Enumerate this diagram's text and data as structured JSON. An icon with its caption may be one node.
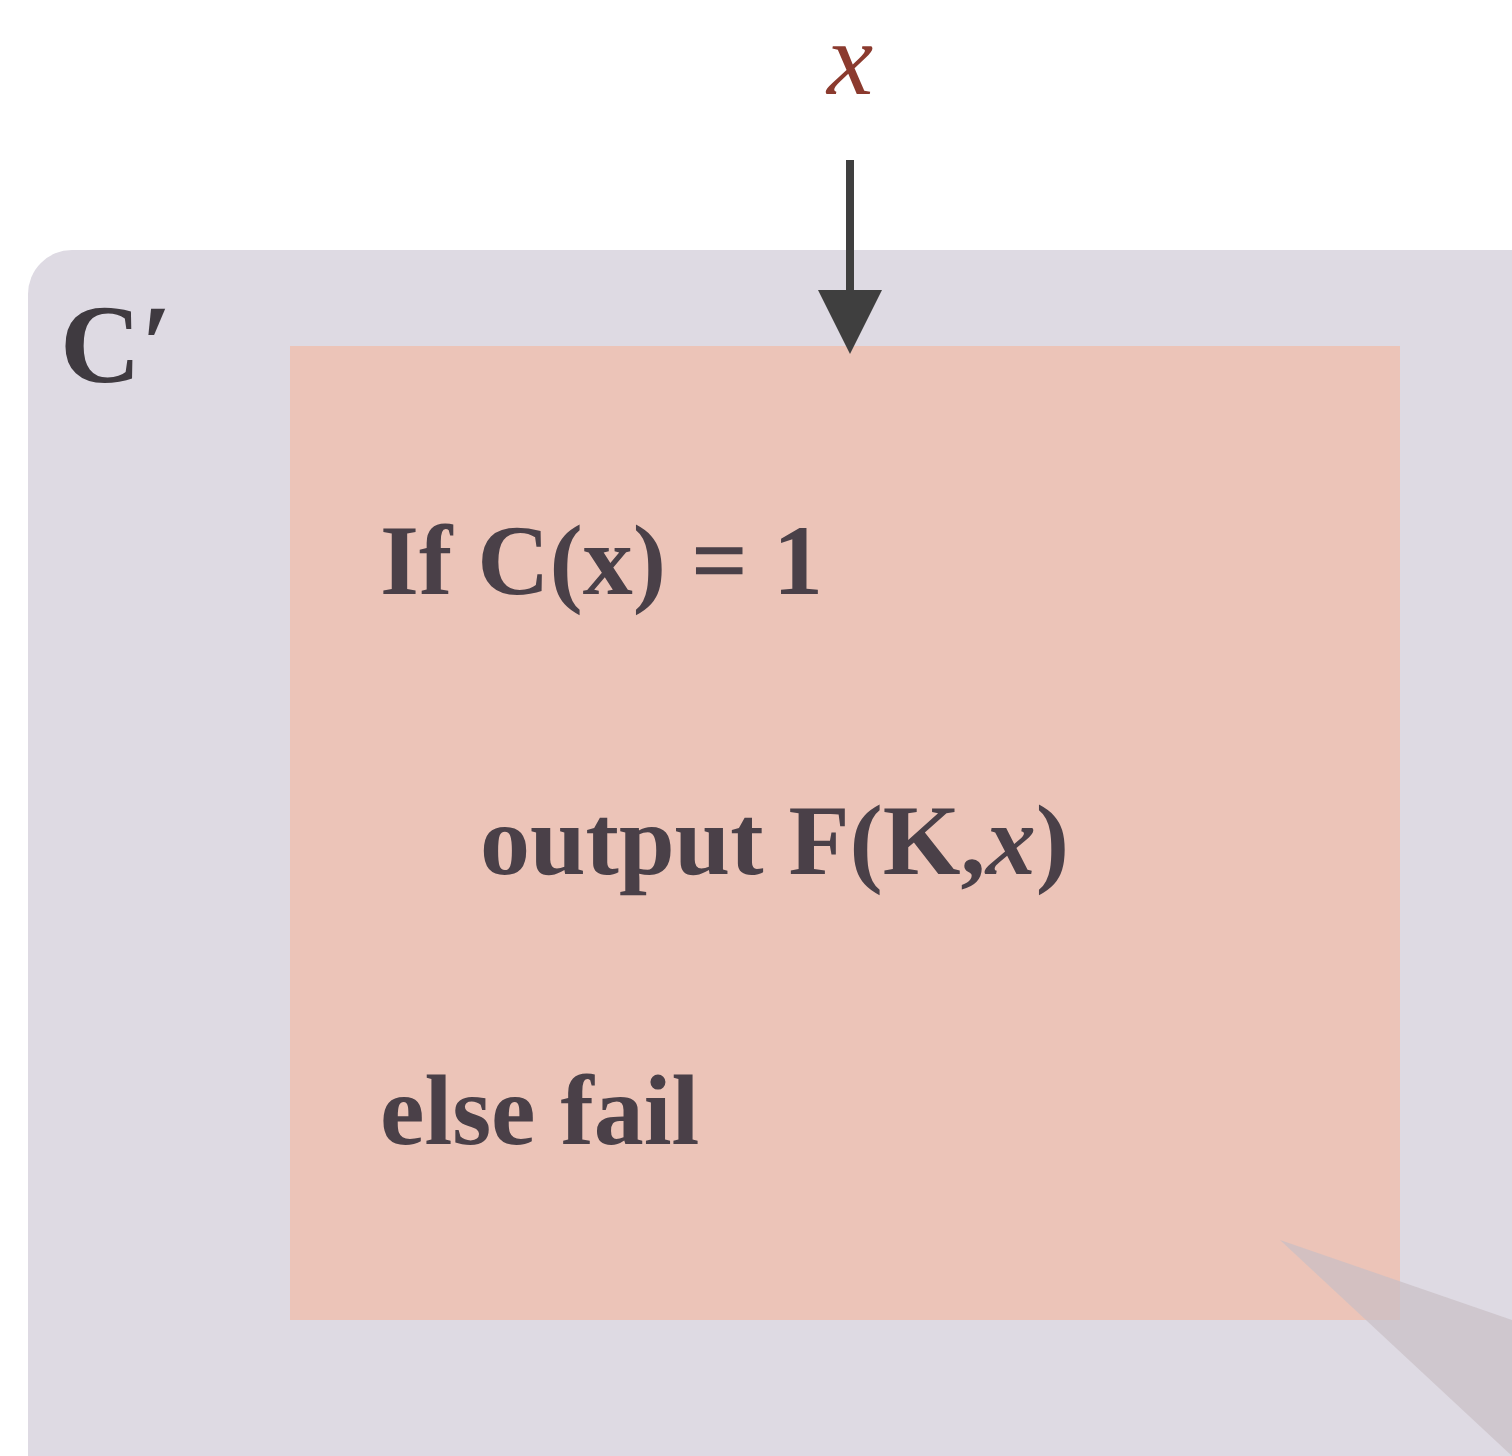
{
  "diagram": {
    "nodes": [
      {
        "text": [
          "x"
        ]
      },
      {
        "text": [
          "C′"
        ]
      },
      {
        "text": [
          "If C(x) = 1",
          "output F(K,*x*)",
          "else fail"
        ],
        "in": 1
      }
    ],
    "edges": [
      {
        "from": 0,
        "to": 2,
        "arrow": "to"
      }
    ]
  }
}
